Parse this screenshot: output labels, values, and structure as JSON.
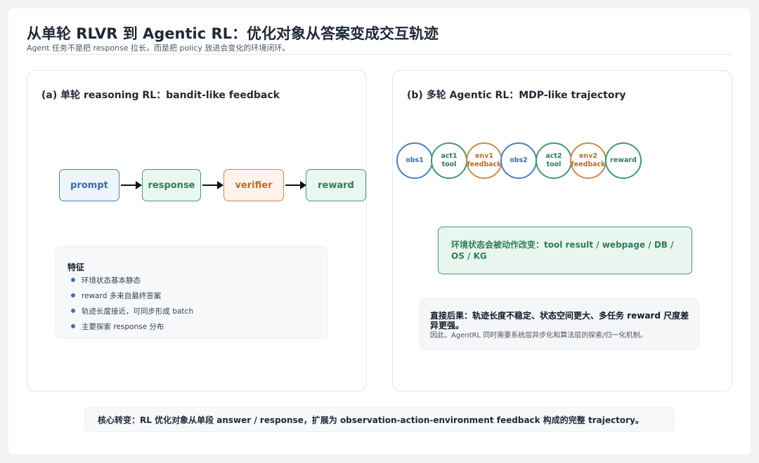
{
  "header": {
    "title": "从单轮 RLVR 到 Agentic RL：优化对象从答案变成交互轨迹",
    "subtitle": "Agent 任务不是把 response 拉长，而是把 policy 放进会变化的环境闭环。"
  },
  "panel_a": {
    "title": "(a) 单轮 reasoning RL：bandit-like feedback",
    "flow": [
      "prompt",
      "response",
      "verifier",
      "reward"
    ],
    "features_title": "特征",
    "features": [
      "环境状态基本静态",
      "reward 多来自最终答案",
      "轨迹长度接近，可同步形成 batch",
      "主要探索 response 分布"
    ]
  },
  "panel_b": {
    "title": "(b) 多轮 Agentic RL：MDP-like trajectory",
    "chain": [
      {
        "line1": "obs1",
        "line2": ""
      },
      {
        "line1": "act1",
        "line2": "tool"
      },
      {
        "line1": "env1",
        "line2": "feedback"
      },
      {
        "line1": "obs2",
        "line2": ""
      },
      {
        "line1": "act2",
        "line2": "tool"
      },
      {
        "line1": "env2",
        "line2": "feedback"
      },
      {
        "line1": "reward",
        "line2": ""
      }
    ],
    "env_note": "环境状态会被动作改变：tool result / webpage / DB / OS / KG",
    "result_main": "直接后果：轨迹长度不稳定、状态空间更大、多任务 reward 尺度差异更强。",
    "result_sub": "因此，AgentRL 同时需要系统层异步化和算法层的探索/归一化机制。"
  },
  "footer": {
    "summary": "核心转变：RL 优化对象从单段 answer / response，扩展为 observation-action-environment feedback 构成的完整 trajectory。"
  },
  "colors": {
    "blue": "#4a7fc1",
    "green": "#3f9a72",
    "orange": "#d0884a"
  }
}
